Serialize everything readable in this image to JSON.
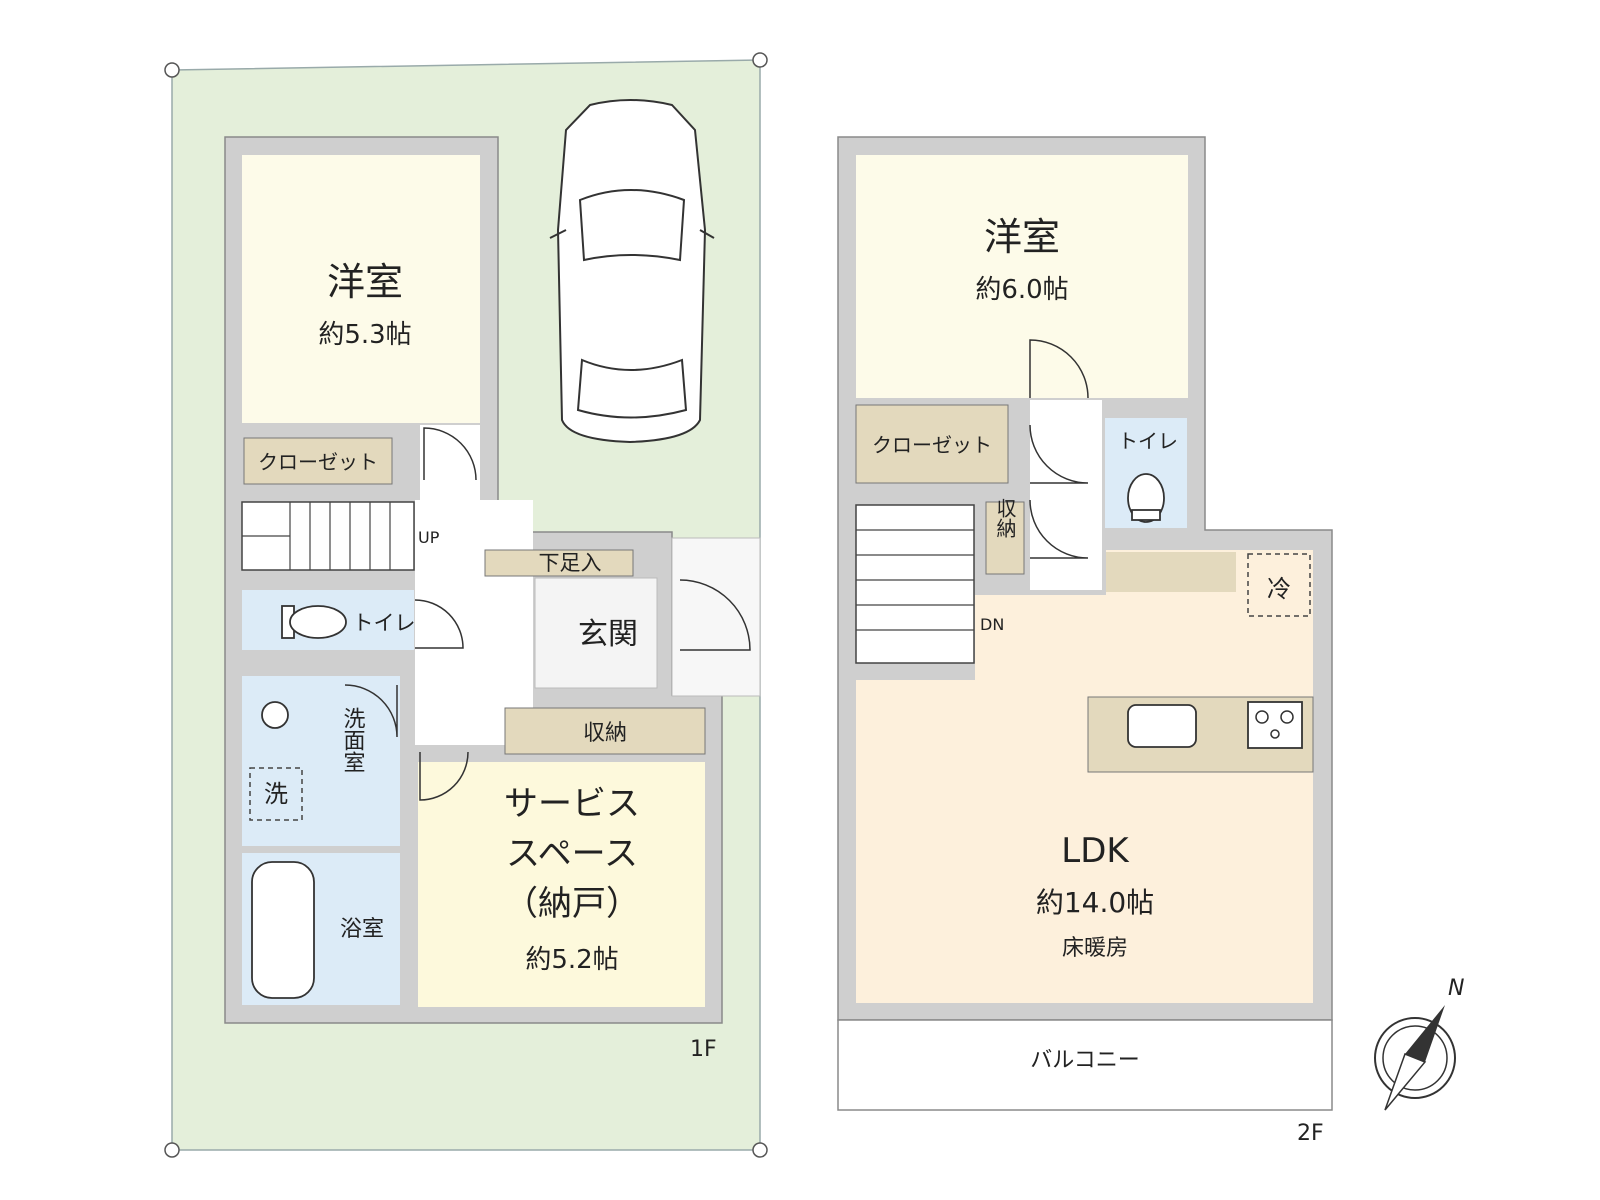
{
  "floor1": {
    "label": "1F",
    "bedroom": {
      "name": "洋室",
      "size": "約5.3帖"
    },
    "closet": "クローゼット",
    "stairs_up": "UP",
    "shoe_storage": "下足入",
    "toilet": "トイレ",
    "entrance": "玄関",
    "storage": "収納",
    "washroom": "洗面室",
    "washer": "洗",
    "bathroom": "浴室",
    "service_space": {
      "line1": "サービス",
      "line2": "スペース",
      "line3": "（納戸）",
      "size": "約5.2帖"
    }
  },
  "floor2": {
    "label": "2F",
    "bedroom": {
      "name": "洋室",
      "size": "約6.0帖"
    },
    "closet": "クローゼット",
    "toilet": "トイレ",
    "storage": "収納",
    "stairs_down": "DN",
    "fridge": "冷",
    "ldk": {
      "name": "LDK",
      "size": "約14.0帖",
      "note": "床暖房"
    },
    "balcony": "バルコニー"
  },
  "compass": "N",
  "colors": {
    "lot": "#e4efda",
    "bedroom": "#fdfbe9",
    "service": "#fdf9dc",
    "ldk": "#fdf0dc",
    "wet": "#dcebf7",
    "closet": "#e3d9bd",
    "hall": "#ffffff",
    "wall": "#cfcfcf"
  }
}
